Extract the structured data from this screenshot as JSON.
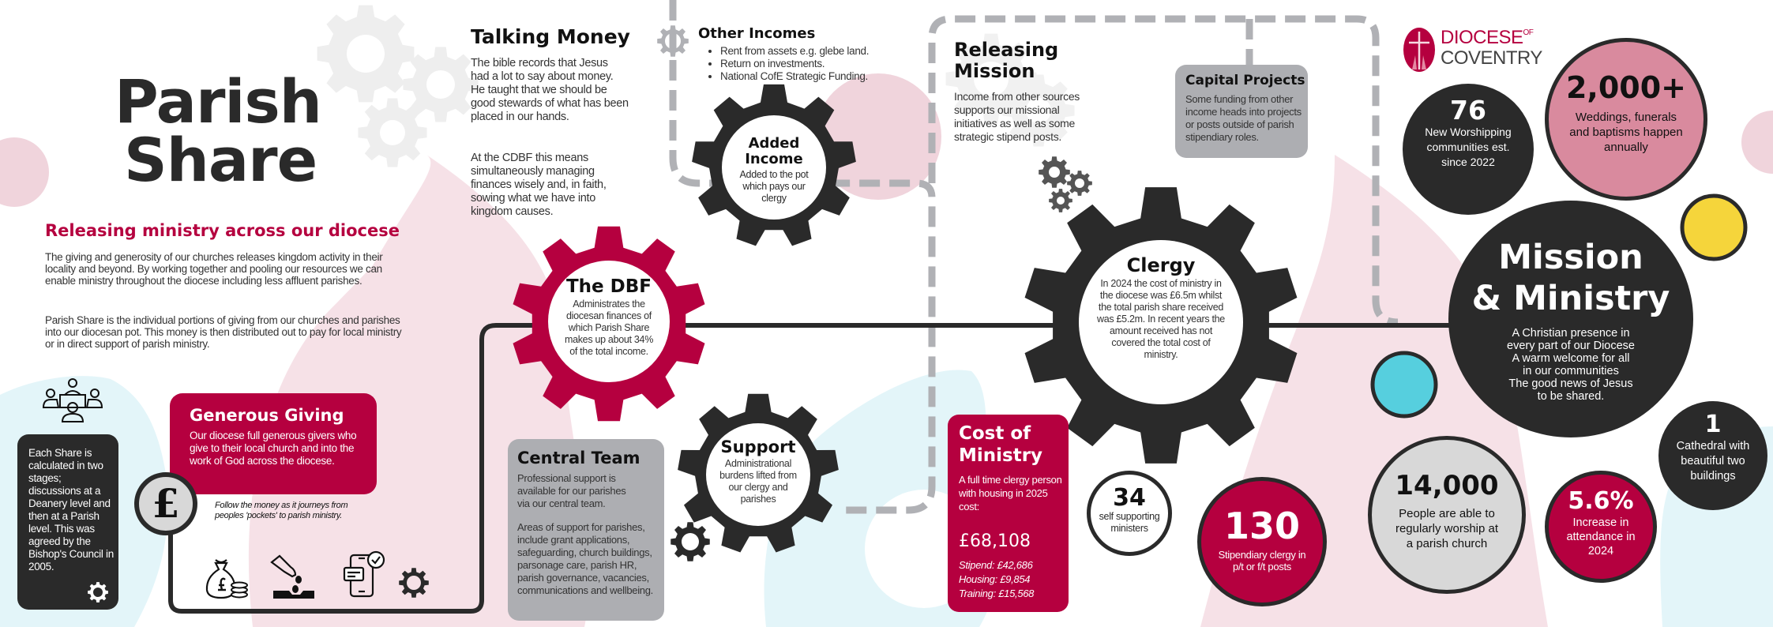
{
  "colors": {
    "crimson": "#b5003f",
    "dark": "#2a2a2a",
    "grey_box": "#adaeb2",
    "dash_grey": "#b0b1b5",
    "pink_blob": "#f6e1e7",
    "cyan_blob": "#e3f5f9",
    "rose": "#d98a9e",
    "yellow": "#f5d53b",
    "cyan": "#56cfde",
    "light_grey": "#d8d8d8"
  },
  "header": {
    "title_line1": "Parish",
    "title_line2": "Share",
    "subtitle": "Releasing ministry across our diocese",
    "intro_p1": "The giving and generosity of our churches releases kingdom activity in their locality and beyond. By working together and pooling our resources we can enable ministry throughout the diocese including less affluent parishes.",
    "intro_p2": "Parish Share is the individual portions of giving from our churches and parishes into our diocesan pot. This money is then distributed out to pay for local ministry or in direct support of parish ministry."
  },
  "each_share": {
    "icon": "meeting-people-icon",
    "text": "Each Share is calculated in two stages; discussions at a Deanery level and then at a Parish level. This was agreed by the Bishop's Council in 2005."
  },
  "generous_giving": {
    "title": "Generous Giving",
    "text": "Our diocese full generous givers who give to their local church and into the work of God across the diocese.",
    "follow_note": "Follow the money as it journeys from peoples 'pockets' to parish ministry.",
    "currency_symbol": "£",
    "icons": [
      "money-bag-icon",
      "hand-giving-coin-icon",
      "mobile-payment-icon",
      "gear-icon"
    ]
  },
  "talking_money": {
    "title": "Talking Money",
    "p1": "The bible records that Jesus had a lot to say about money. He taught that we should be good stewards of what has been placed in our hands.",
    "p2": "At the CDBF this means simultaneously managing finances wisely and, in faith, sowing what we have into kingdom causes."
  },
  "other_incomes": {
    "title": "Other Incomes",
    "items": [
      "Rent from assets e.g. glebe land.",
      "Return on investments.",
      "National CofE Strategic Funding."
    ]
  },
  "added_income": {
    "title_line1": "Added",
    "title_line2": "Income",
    "text": "Added to the pot which pays our clergy"
  },
  "dbf": {
    "title": "The DBF",
    "text": "Administrates the diocesan finances of which Parish Share makes up about 34% of the total income."
  },
  "support": {
    "title": "Support",
    "text": "Administrational burdens lifted from our clergy and parishes"
  },
  "central_team": {
    "title": "Central Team",
    "p1": "Professional support is available for our parishes via our central team.",
    "p2": "Areas of support for parishes, include grant applications, safeguarding, church buildings, parsonage care, parish HR, parish governance, vacancies, communications and wellbeing."
  },
  "releasing_mission": {
    "title_line1": "Releasing",
    "title_line2": "Mission",
    "text": "Income from other sources supports our missional initiatives as well as some strategic stipend posts."
  },
  "capital_projects": {
    "title": "Capital Projects",
    "text": "Some funding from other income heads into projects or posts outside of parish stipendiary roles."
  },
  "clergy": {
    "title": "Clergy",
    "text": "In 2024 the cost of ministry in the diocese was £6.5m whilst the total parish share received was £5.2m. In recent years the amount received has not covered the total cost of ministry."
  },
  "cost_of_ministry": {
    "title_line1": "Cost of",
    "title_line2": "Ministry",
    "text": "A full time clergy person with housing in 2025 cost:",
    "total": "£68,108",
    "breakdown": [
      "Stipend: £42,686",
      "Housing: £9,854",
      "Training: £15,568"
    ]
  },
  "stats": {
    "self_supporting": {
      "value": "34",
      "label": "self supporting ministers"
    },
    "stipendiary": {
      "value": "130",
      "label": "Stipendiary clergy in p/t or f/t posts"
    },
    "new_communities": {
      "value": "76",
      "label": "New Worshipping communities est. since 2022"
    },
    "occasional_offices": {
      "value": "2,000+",
      "label": "Weddings, funerals and baptisms happen annually"
    },
    "worshippers": {
      "value": "14,000",
      "label": "People are able to regularly worship at a parish church"
    },
    "attendance": {
      "value": "5.6%",
      "label": "Increase in attendance in 2024"
    },
    "cathedral": {
      "value": "1",
      "label": "Cathedral with beautiful two buildings"
    }
  },
  "mission_ministry": {
    "title_line1": "Mission",
    "title_line2": "& Ministry",
    "lines": [
      "A Christian presence in",
      "every part of our Diocese",
      "A warm welcome for all",
      "in our communities",
      "The good news of Jesus",
      "to be shared."
    ]
  },
  "logo": {
    "line1": "DIOCESE",
    "of": "OF",
    "line2": "COVENTRY"
  }
}
